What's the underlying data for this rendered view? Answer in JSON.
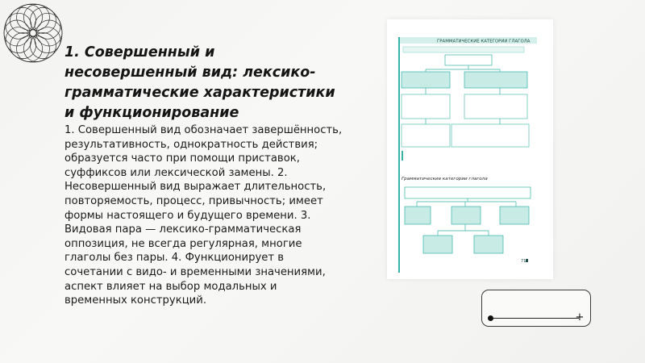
{
  "slide": {
    "title": "1. Совершенный и несовершенный вид: лексико-грамматические характеристики и функционирование",
    "body": "1. Совершенный вид обозначает завершённость, результативность, однократность действия; образуется часто при помощи приставок, суффиксов или лексической замены. 2. Несовершенный вид выражает длительность, повторяемость, процесс, привычность; имеет формы настоящего и будущего времени. 3. Видовая пара — лексико-грамматическая оппозиция, не всегда регулярная, многие глаголы без пары. 4. Функционирует в сочетании с видо- и временными значениями, аспект влияет на выбор модальных и временных конструкций."
  },
  "textbook": {
    "header": "ГРАММАТИЧЕСКИЕ КАТЕГОРИИ ГЛАГОЛА",
    "section_title": "Грамматические категории глагола",
    "page_number": "71"
  },
  "colors": {
    "teal": "#34b3a6",
    "teal_light": "#c9ebe6",
    "teal_soft": "#e6f6f3",
    "text_dark": "#151515"
  },
  "player": {
    "add_icon": "plus-icon",
    "add_glyph": "+"
  }
}
